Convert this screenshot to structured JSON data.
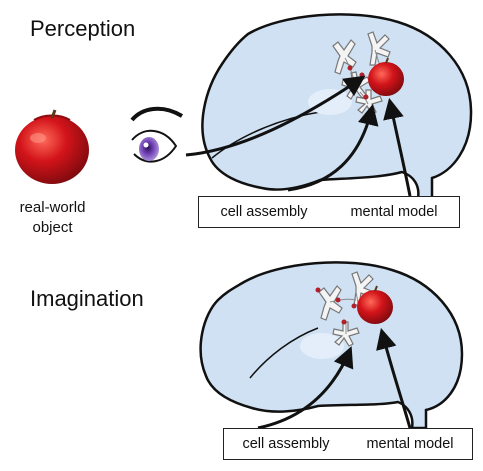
{
  "panels": {
    "perception": {
      "title": "Perception",
      "object_label_line1": "real-world",
      "object_label_line2": "object",
      "box_labels": [
        "cell assembly",
        "mental model"
      ]
    },
    "imagination": {
      "title": "Imagination",
      "box_labels": [
        "cell assembly",
        "mental model"
      ]
    }
  },
  "colors": {
    "brain_fill": "#cfe1f2",
    "brain_stroke": "#111111",
    "apple_red": "#d3141a",
    "iris": "#6a3bb0",
    "neuron_dot": "#b0202a"
  },
  "icons": {
    "object": "apple-icon",
    "viewer": "eye-icon"
  }
}
